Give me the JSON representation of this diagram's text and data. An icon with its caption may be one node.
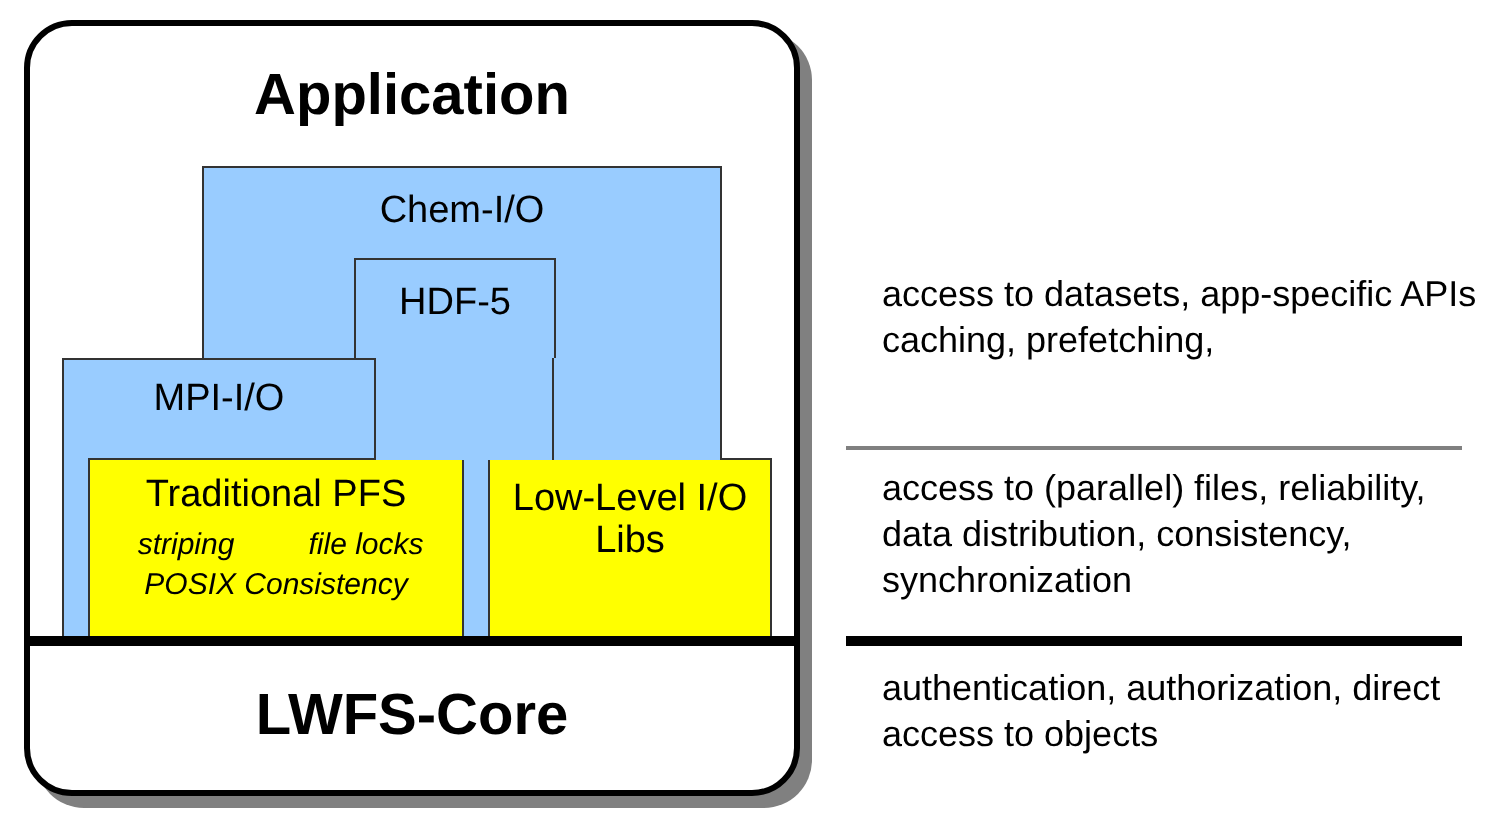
{
  "diagram": {
    "nodes": [
      {
        "text": [
          "Application",
          "LWFS-Core"
        ]
      },
      {
        "text": [
          "Chem-I/O"
        ],
        "in": 0
      },
      {
        "text": [
          "HDF-5"
        ],
        "in": 1
      },
      {
        "text": [
          "MPI-I/O"
        ],
        "in": 0
      },
      {
        "text": [
          "Traditional PFS",
          "striping",
          "file locks",
          "POSIX Consistency"
        ],
        "in": 0
      },
      {
        "text": [
          "Low-Level I/O Libs"
        ],
        "in": 0
      }
    ],
    "edges": [],
    "labels": [
      "access to datasets, app-specific APIs caching, prefetching,",
      "access to (parallel) files, reliability, data distribution, consistency, synchronization",
      "authentication, authorization, direct access to objects"
    ]
  }
}
